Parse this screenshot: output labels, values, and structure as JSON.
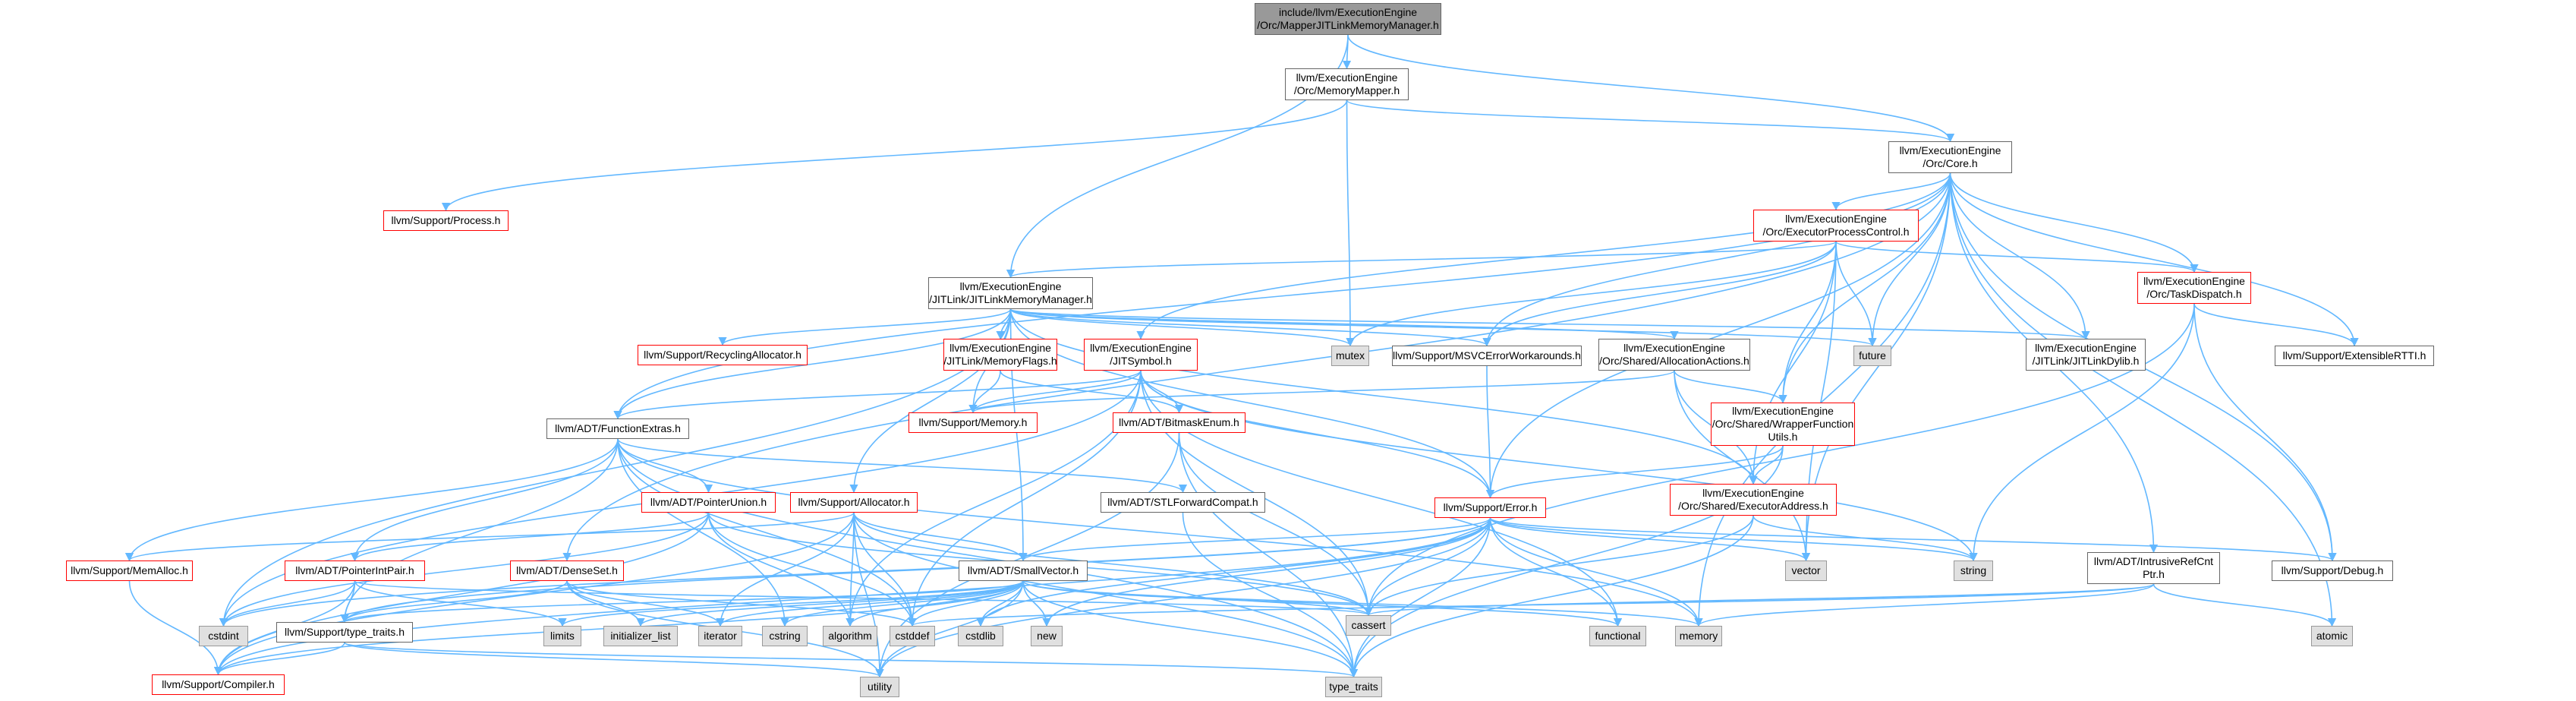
{
  "colors": {
    "edge": "#63b8ff",
    "node_border": "#666666",
    "missing_border": "#ff0000",
    "system_fill": "#e0e0e0",
    "focus_fill": "#999999"
  },
  "nodes": {
    "root": "include/llvm/ExecutionEngine\n/Orc/MapperJITLinkMemoryManager.h",
    "memmapper": "llvm/ExecutionEngine\n/Orc/MemoryMapper.h",
    "core": "llvm/ExecutionEngine\n/Orc/Core.h",
    "process": "llvm/Support/Process.h",
    "epc": "llvm/ExecutionEngine\n/Orc/ExecutorProcessControl.h",
    "taskdispatch": "llvm/ExecutionEngine\n/Orc/TaskDispatch.h",
    "jitlinkmm": "llvm/ExecutionEngine\n/JITLink/JITLinkMemoryManager.h",
    "recyclingalloc": "llvm/Support/RecyclingAllocator.h",
    "memflags": "llvm/ExecutionEngine\n/JITLink/MemoryFlags.h",
    "jitsymbol": "llvm/ExecutionEngine\n/JITSymbol.h",
    "mutex": "mutex",
    "msvc": "llvm/Support/MSVCErrorWorkarounds.h",
    "allocactions": "llvm/ExecutionEngine\n/Orc/Shared/AllocationActions.h",
    "future": "future",
    "jitlinkdylib": "llvm/ExecutionEngine\n/JITLink/JITLinkDylib.h",
    "extensiblertti": "llvm/Support/ExtensibleRTTI.h",
    "memory_h": "llvm/Support/Memory.h",
    "bitmaskenum": "llvm/ADT/BitmaskEnum.h",
    "wrapperfn": "llvm/ExecutionEngine\n/Orc/Shared/WrapperFunction\nUtils.h",
    "functionextras": "llvm/ADT/FunctionExtras.h",
    "pointerunion": "llvm/ADT/PointerUnion.h",
    "allocator": "llvm/Support/Allocator.h",
    "stlforward": "llvm/ADT/STLForwardCompat.h",
    "error": "llvm/Support/Error.h",
    "executoraddress": "llvm/ExecutionEngine\n/Orc/Shared/ExecutorAddress.h",
    "memalloc": "llvm/Support/MemAlloc.h",
    "pointerintpair": "llvm/ADT/PointerIntPair.h",
    "denseset": "llvm/ADT/DenseSet.h",
    "smallvector": "llvm/ADT/SmallVector.h",
    "intrusiverefcnt": "llvm/ADT/IntrusiveRefCnt\nPtr.h",
    "vector": "vector",
    "string": "string",
    "debug": "llvm/Support/Debug.h",
    "cstdint": "cstdint",
    "typetraits_h": "llvm/Support/type_traits.h",
    "limits": "limits",
    "initlist": "initializer_list",
    "iterator": "iterator",
    "cstring": "cstring",
    "algorithm": "algorithm",
    "cstddef": "cstddef",
    "cstdlib": "cstdlib",
    "new": "new",
    "cassert": "cassert",
    "functional": "functional",
    "memory": "memory",
    "atomic": "atomic",
    "compiler": "llvm/Support/Compiler.h",
    "utility": "utility",
    "type_traits": "type_traits"
  }
}
